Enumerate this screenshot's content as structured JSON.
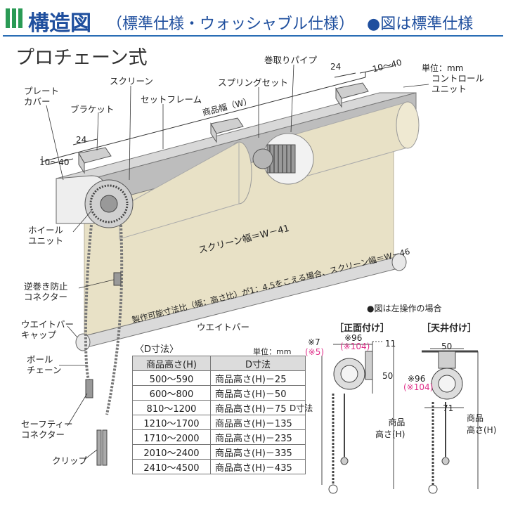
{
  "header": {
    "title": "構造図",
    "subtitle": "（標準仕様・ウォッシャブル仕様）",
    "note": "●図は標準仕様"
  },
  "product_type": "プロチェーン式",
  "unit_label": "単位：mm",
  "parts": {
    "plate_cover": "プレート\nカバー",
    "bracket": "ブラケット",
    "screen": "スクリーン",
    "set_frame": "セットフレーム",
    "spring_set": "スプリングセット",
    "roll_pipe": "巻取りパイプ",
    "control_unit": "コントロール\nユニット",
    "wheel_unit": "ホイール\nユニット",
    "reverse_connector": "逆巻き防止\nコネクター",
    "weight_bar_cap": "ウエイトバー\nキャップ",
    "ball_chain": "ボール\nチェーン",
    "safety_connector": "セーフティー\nコネクター",
    "clip": "クリップ",
    "weight_bar": "ウエイトバー"
  },
  "dimensions": {
    "product_width": "商品幅（W）",
    "d24_left": "24",
    "d10_40_left": "10～40",
    "d24_right": "24",
    "d10_40_right": "10～40",
    "screen_width": "スクリーン幅＝W－41",
    "note_ratio": "製作可能寸法比（幅：高さ比）が1：4.5をこえる場合、スクリーン幅＝W－46"
  },
  "d_table": {
    "caption": "〈D寸法〉",
    "unit": "単位：mm",
    "headers": [
      "商品高さ(H)",
      "D寸法"
    ],
    "rows": [
      [
        "500～590",
        "商品高さ(H)－25"
      ],
      [
        "600～800",
        "商品高さ(H)－50"
      ],
      [
        "810～1200",
        "商品高さ(H)－75"
      ],
      [
        "1210～1700",
        "商品高さ(H)－135"
      ],
      [
        "1710～2000",
        "商品高さ(H)－235"
      ],
      [
        "2010～2400",
        "商品高さ(H)－335"
      ],
      [
        "2410～4500",
        "商品高さ(H)－435"
      ]
    ]
  },
  "side_diagrams": {
    "note": "●図は左操作の場合",
    "front": {
      "title": "［正面付け］",
      "d7": "※7",
      "d5": "(※5)",
      "d96": "※96",
      "d104": "(※104)",
      "d11": "11",
      "d50": "50",
      "d_dim": "D寸法",
      "height": "商品\n高さ(H)"
    },
    "ceiling": {
      "title": "［天井付け］",
      "d50": "50",
      "d96": "※96",
      "d104": "(※104)",
      "d71": "71",
      "height": "商品\n高さ(H)"
    }
  },
  "colors": {
    "accent": "#1f4f9e",
    "green": "#2a9a55",
    "screen": "#e8e1c6",
    "pink": "#e0308a"
  }
}
